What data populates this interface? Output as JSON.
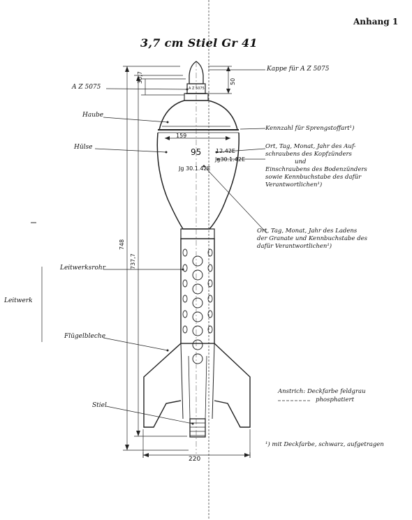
{
  "appendix": "Anhang 1",
  "title": "3,7 cm Stiel Gr 41",
  "labels": {
    "kappe": "Kappe für A Z 5075",
    "az": "A Z 5075",
    "haube": "Haube",
    "huelse": "Hülse",
    "leitwerksrohr": "Leitwerksrohr",
    "leitwerk": "Leitwerk",
    "fluegelbleche": "Flügelbleche",
    "stiel": "Stiel"
  },
  "annotations": {
    "kennzahl": "Kennzahl für Sprengstoffart¹)",
    "ort_kopf": [
      "Ort, Tag, Monat, Jahr des Auf-",
      "schraubens des Kopfzünders",
      "und",
      "Einschraubens des Bodenzünders",
      "sowie Kennbuchstabe des dafür",
      "Verantwortlichen¹)"
    ],
    "ort_laden": [
      "Ort, Tag, Monat, Jahr des Ladens",
      "der Granate und Kennbuchstabe des",
      "dafür Verantwortlichen¹)"
    ]
  },
  "shell_markings": {
    "stamp_95": "95",
    "stamp_date1": "12.42E",
    "stamp_date2": "Jg 30.1.42E",
    "stamp_date3": "Jg30.1.42E",
    "fuze_label": "A Z 5075"
  },
  "dimensions": {
    "d1": "30,7",
    "d2": "50",
    "d3": "159",
    "d4": "737,7",
    "d5": "748",
    "d6": "220"
  },
  "paint": {
    "title": "Anstrich:",
    "gray": "Deckfarbe feldgrau",
    "phos": "phosphatiert",
    "footnote": "¹) mit Deckfarbe, schwarz, aufgetragen"
  }
}
